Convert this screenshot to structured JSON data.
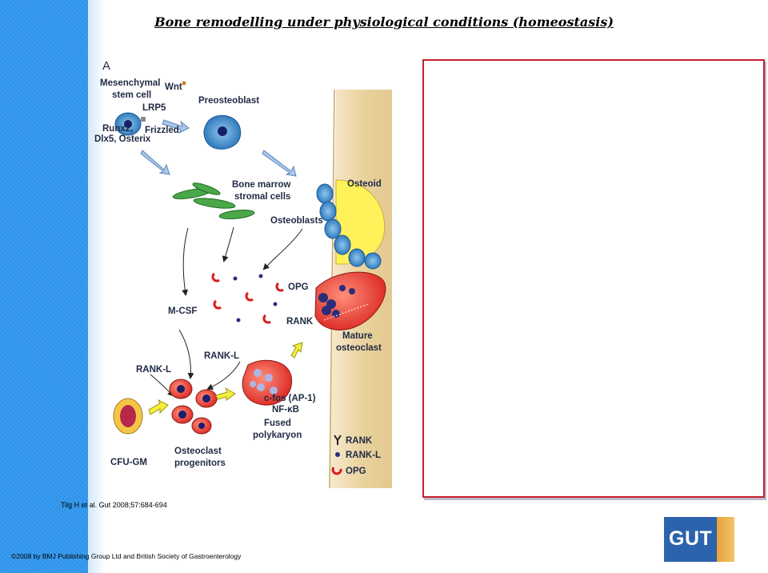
{
  "slide": {
    "title": "Bone remodelling under physiological conditions (homeostasis)",
    "citation": "Tilg H et al. Gut 2008;57:684-694",
    "copyright": "©2008 by BMJ Publishing Group Ltd and British Society of Gastroenterology",
    "logo_text": "GUT"
  },
  "diagram": {
    "panel_label": "A",
    "labels": {
      "mesenchymal": "Mesenchymal",
      "stem_cell": "stem cell",
      "wnt": "Wnt",
      "lrp5": "LRP5",
      "runx2": "Runx2,",
      "frizzled": "Frizzled",
      "dlx5": "Dlx5, Osterix",
      "preosteoblast": "Preosteoblast",
      "bone_marrow": "Bone marrow",
      "stromal_cells": "stromal cells",
      "osteoid": "Osteoid",
      "osteoblasts": "Osteoblasts",
      "opg": "OPG",
      "m_csf": "M-CSF",
      "rank": "RANK",
      "mature": "Mature",
      "osteoclast": "osteoclast",
      "rank_l_upper": "RANK-L",
      "rank_l_left": "RANK-L",
      "cfos": "c-fos (AP-1)",
      "nfkb": "NF-κB",
      "fused": "Fused",
      "polykaryon": "polykaryon",
      "cfu_gm": "CFU-GM",
      "osteoclast_prog": "Osteoclast",
      "progenitors": "progenitors"
    },
    "legend": [
      {
        "symbol": "rank-receptor-icon",
        "label": "RANK"
      },
      {
        "symbol": "rank-l-dot-icon",
        "label": "RANK-L"
      },
      {
        "symbol": "opg-crescent-icon",
        "label": "OPG"
      }
    ]
  },
  "colors": {
    "sidebar_blue": "#2f93e8",
    "panel_border": "#c62030",
    "osteoid_yellow": "#fff15a",
    "bone_tan": "#e8d3a2",
    "cell_blue": "#3a8fd4",
    "osteoclast_red": "#e23a2a",
    "arrow_yellow": "#f3ee3a",
    "logo_blue": "#2b63ad"
  }
}
